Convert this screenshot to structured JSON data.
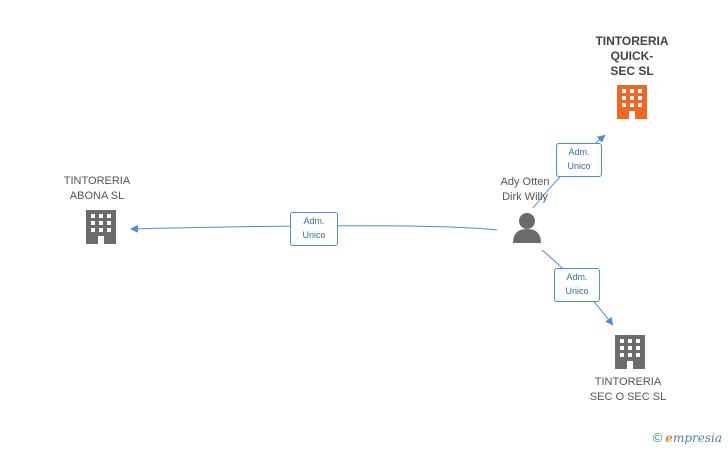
{
  "colors": {
    "edge": "#4a90d9",
    "company_default": "#6b6b6b",
    "company_highlight": "#f26522",
    "person": "#6b6b6b"
  },
  "nodes": {
    "quick_sec": {
      "label": "TINTORERIA\nQUICK-\nSEC SL",
      "icon": "building-icon"
    },
    "abona": {
      "label": "TINTORERIA\nABONA  SL",
      "icon": "building-icon"
    },
    "person": {
      "label": "Ady Otten\nDirk Willy",
      "icon": "person-icon"
    },
    "sec_o_sec": {
      "label": "TINTORERIA\nSEC O SEC SL",
      "icon": "building-icon"
    }
  },
  "edges": {
    "to_abona": {
      "label": "Adm.\nUnico"
    },
    "to_quick_sec": {
      "label": "Adm.\nUnico"
    },
    "to_sec_o_sec": {
      "label": "Adm.\nUnico"
    }
  },
  "footer": {
    "copyright_symbol": "©",
    "brand_initial": "e",
    "brand_rest": "mpresia"
  }
}
